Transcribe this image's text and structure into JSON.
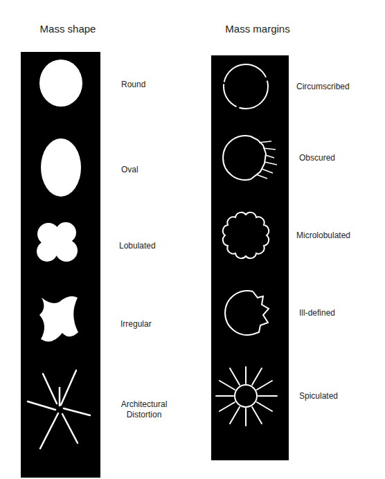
{
  "diagram": {
    "labels": [
      "Mass shape",
      "Mass margins",
      "Round",
      "Oval",
      "Lobulated",
      "Irregular",
      "Architectural Distortion",
      "Circumscribed",
      "Obscured",
      "Microlobulated",
      "Ill-defined",
      "Spiculated"
    ]
  }
}
